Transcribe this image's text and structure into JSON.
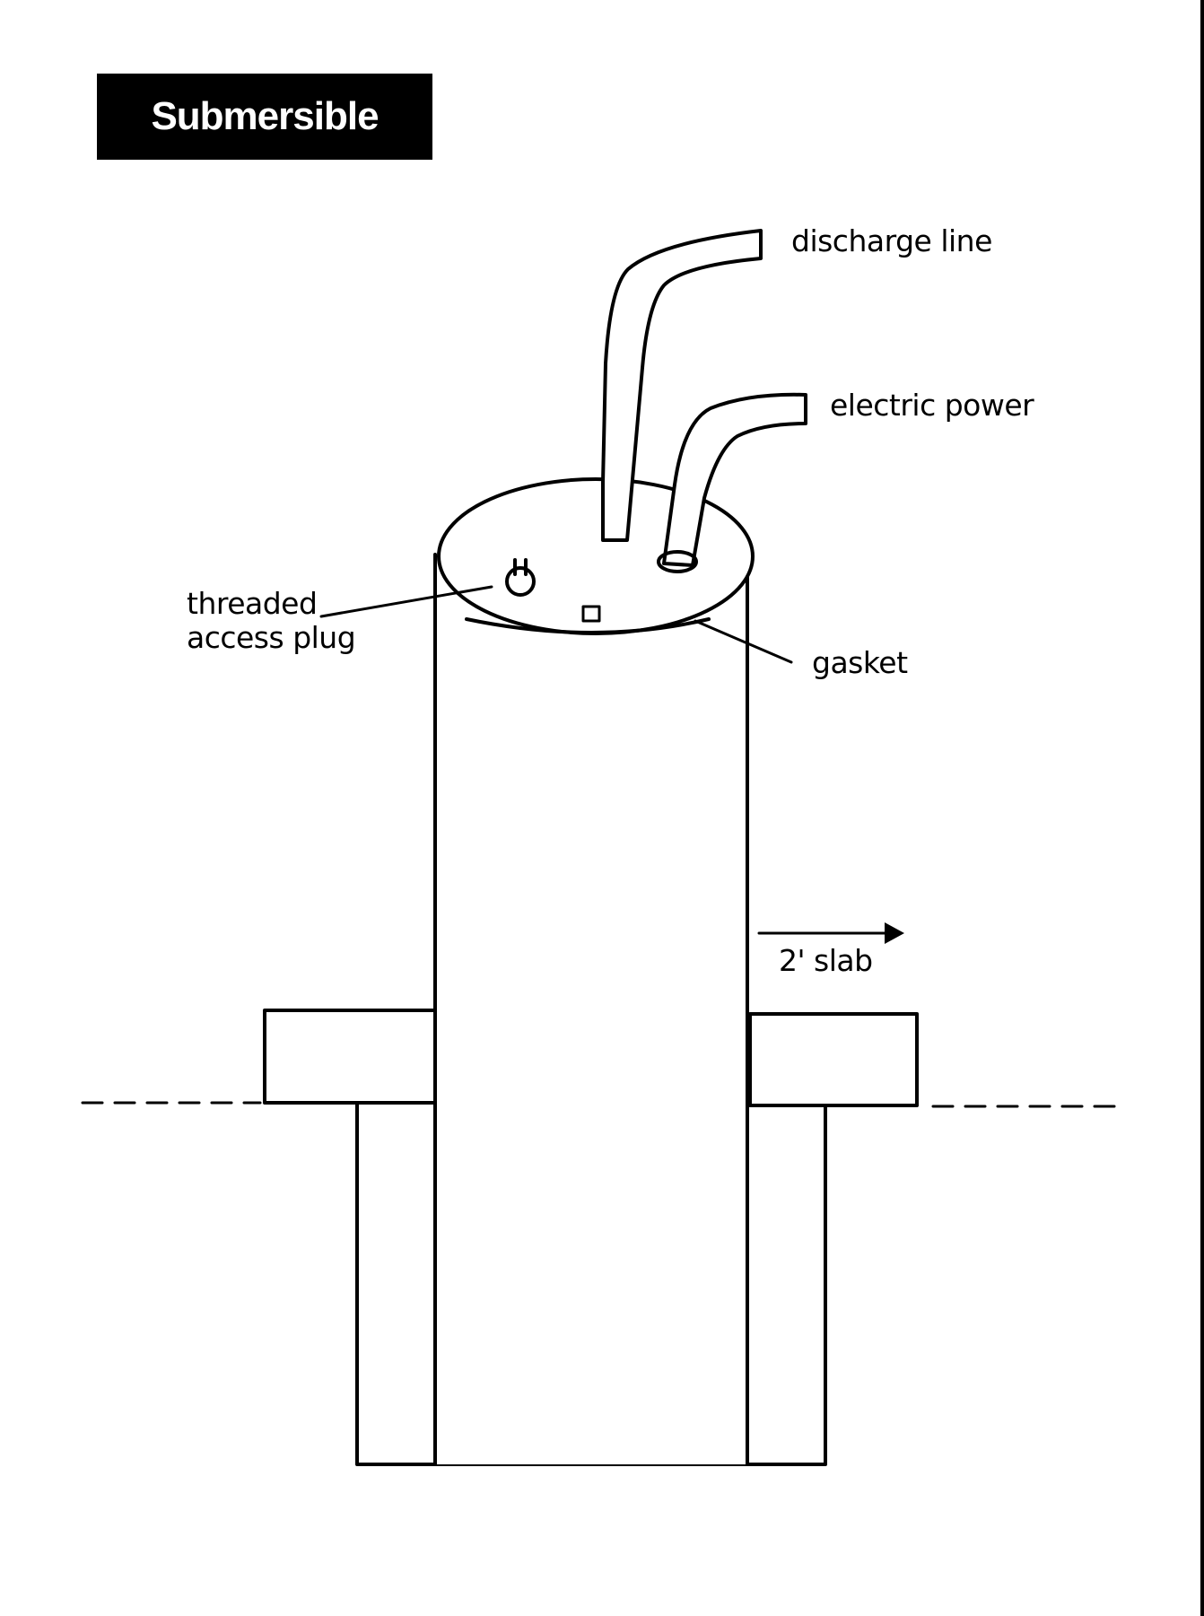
{
  "title": "Submersible Pump",
  "labels": {
    "discharge_line": "discharge line",
    "electric_power": "electric power",
    "threaded_access_plug_1": "threaded",
    "threaded_access_plug_2": "access plug",
    "gasket": "gasket",
    "slab": "2' slab"
  },
  "colors": {
    "ink": "#000000",
    "paper": "#ffffff"
  }
}
